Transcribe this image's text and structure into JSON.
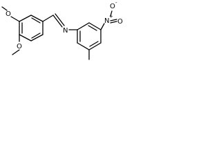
{
  "molecule": {
    "atoms": {
      "o_methoxy_top": "O",
      "o_methoxy_bottom": "O",
      "n_imine": "N",
      "n_nitro": "N",
      "n_nitro_charge": "+",
      "o_nitro_top": "O",
      "o_nitro_charge": "-",
      "o_nitro_side": "O"
    }
  }
}
